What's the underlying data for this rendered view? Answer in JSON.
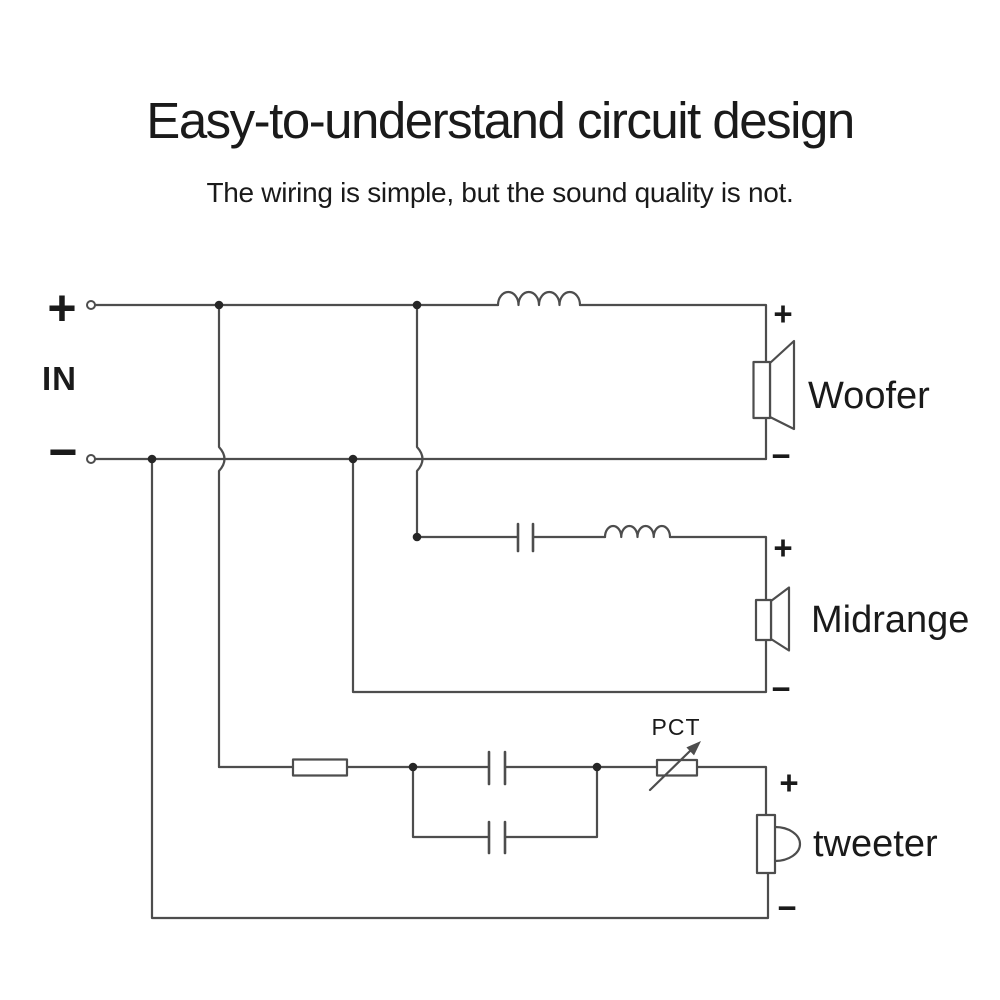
{
  "title": "Easy-to-understand circuit design",
  "subtitle": "The wiring is simple, but the sound quality is not.",
  "input": {
    "label": "IN",
    "plus": "+",
    "minus": "−"
  },
  "circuit": {
    "pct_label": "PCT",
    "speakers": {
      "woofer": {
        "label": "Woofer",
        "plus": "+",
        "minus": "−"
      },
      "midrange": {
        "label": "Midrange",
        "plus": "+",
        "minus": "−"
      },
      "tweeter": {
        "label": "tweeter",
        "plus": "+",
        "minus": "−"
      }
    }
  },
  "colors": {
    "background": "#ffffff",
    "wire": "#4d4d4d",
    "text": "#1a1a1a"
  }
}
